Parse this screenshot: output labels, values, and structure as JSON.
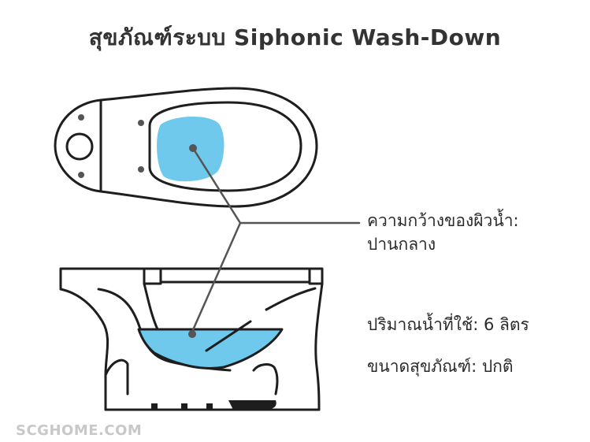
{
  "title": "สุขภัณฑ์ระบบ Siphonic Wash-Down",
  "callouts": {
    "water_surface_width_line1": "ความกว้างของผิวน้ำ:",
    "water_surface_width_line2": "ปานกลาง",
    "water_volume": "ปริมาณน้ำที่ใช้: 6 ลิตร",
    "toilet_size": "ขนาดสุขภัณฑ์: ปกติ"
  },
  "watermark": "SCGHOME.COM",
  "colors": {
    "water": "#6ec9ec",
    "outline": "#1e1e1e",
    "leader_dot": "#555555",
    "watermark": "#c8c8c8"
  }
}
